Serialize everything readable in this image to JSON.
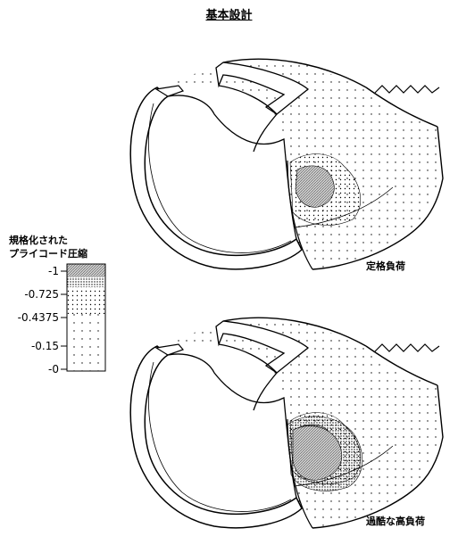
{
  "title": "基本設計",
  "legend": {
    "title_line1": "規格化された",
    "title_line2": "プライコード圧縮",
    "ticks": [
      "-1",
      "-0.725",
      "-0.4375",
      "-0.15",
      "-0"
    ]
  },
  "panels": [
    {
      "label": "定格負荷"
    },
    {
      "label": "過酷な高負荷"
    }
  ],
  "colors": {
    "line": "#000000",
    "background": "#ffffff"
  }
}
